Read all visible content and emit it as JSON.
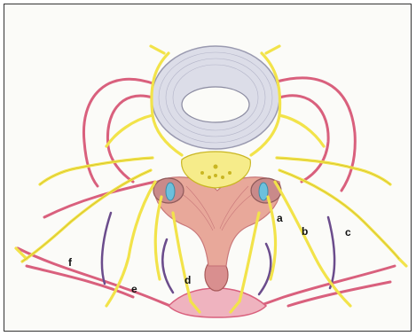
{
  "labels": {
    "a": "a",
    "b": "b",
    "c": "c",
    "d": "d",
    "e": "e",
    "f": "f"
  },
  "colors": {
    "nerve": "#f2e34a",
    "nerve_stroke": "#c9b622",
    "artery": "#d9607d",
    "artery_fill": "#efb3bf",
    "vein": "#6b4c8c",
    "disc": "#dcdde8",
    "muscle": "#e8a89a",
    "ganglion_blue": "#6cc0dd"
  }
}
